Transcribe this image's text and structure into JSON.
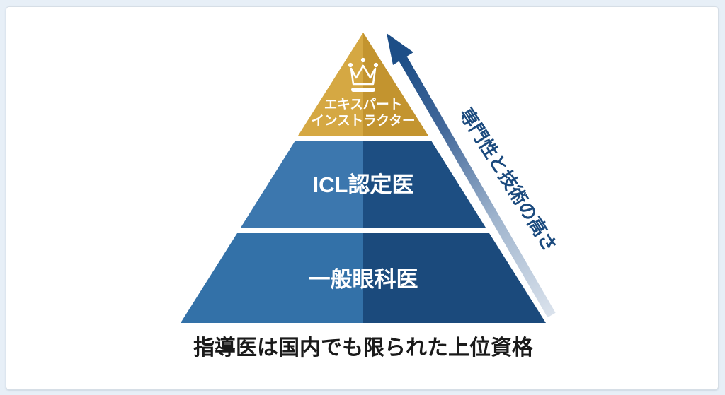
{
  "diagram": {
    "title_caption": "指導医は国内でも限られた上位資格",
    "caption_color": "#1a1a1a"
  },
  "pyramid": {
    "tiers": [
      {
        "id": "expert-instructor",
        "lines": [
          "エキスパート",
          "インストラクター"
        ],
        "color_left": "#d5a843",
        "color_right": "#c3942f",
        "text_color": "#ffffff"
      },
      {
        "id": "icl-certified",
        "label": "ICL認定医",
        "color_left": "#3c77ae",
        "color_right": "#1d4e82",
        "text_color": "#ffffff"
      },
      {
        "id": "general-ophthalmologist",
        "label": "一般眼科医",
        "color_left": "#3371a8",
        "color_right": "#1b4a7c",
        "text_color": "#ffffff"
      }
    ],
    "icons": {
      "crown": "crown-icon"
    },
    "crown_color": "#ffffff"
  },
  "arrow": {
    "label": "専門性と技術の高さ",
    "label_color": "#1b4a7e",
    "color_dark": "#1d4e87",
    "color_mid_dark": "#44699b",
    "color_mid_light": "#9fb4cd",
    "color_light": "#dae2ec"
  }
}
